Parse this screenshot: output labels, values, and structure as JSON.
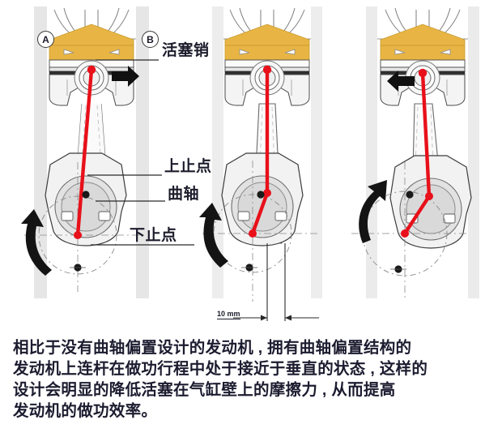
{
  "figure": {
    "labels": {
      "piston_pin": "活塞销",
      "tdc": "上止点",
      "crankshaft": "曲轴",
      "bdc": "下止点"
    },
    "markers": {
      "a": "A",
      "b": "B"
    },
    "dimension": {
      "value": "10 mm"
    },
    "icons": {
      "arrow_right": "piston-thrust-arrow-right-icon",
      "arrow_left": "piston-thrust-arrow-left-icon",
      "rotation": "crank-rotation-arrow-icon",
      "tdc_point": "top-dead-center-point-icon",
      "bdc_point": "bottom-dead-center-point-icon",
      "pin_center": "piston-pin-center-icon"
    },
    "panels": [
      {
        "name": "left",
        "thrust_direction": "right"
      },
      {
        "name": "middle",
        "thrust_direction": "none"
      },
      {
        "name": "right",
        "thrust_direction": "left"
      }
    ],
    "colors": {
      "piston_crown": "#e8b544",
      "connecting_rod": "#e8101a",
      "body_outline": "#3c3c3c",
      "body_fill": "#f2f2f2",
      "cylinder_wall": "#e3e3e3",
      "text": "#1b1b2b"
    }
  },
  "caption": {
    "lines": [
      "相比于没有曲轴偏置设计的发动机 , 拥有曲轴偏置结构的",
      "发动机上连杆在做功行程中处于接近于垂直的状态 , 这样的",
      "设计会明显的降低活塞在气缸壁上的摩擦力 , 从而提高",
      "发动机的做功效率。"
    ]
  }
}
